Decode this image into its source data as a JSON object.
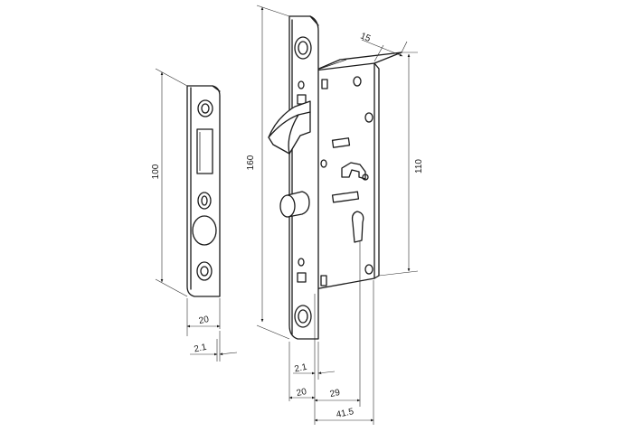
{
  "dimensions": {
    "strike_height": "100",
    "strike_width": "20",
    "strike_thickness": "2.1",
    "faceplate_length": "160",
    "case_height": "110",
    "case_depth_top": "15",
    "faceplate_thickness": "2.1",
    "faceplate_width": "20",
    "backset": "29",
    "total_depth": "41.5"
  },
  "colors": {
    "line": "#1a1a1a",
    "background": "#ffffff"
  }
}
